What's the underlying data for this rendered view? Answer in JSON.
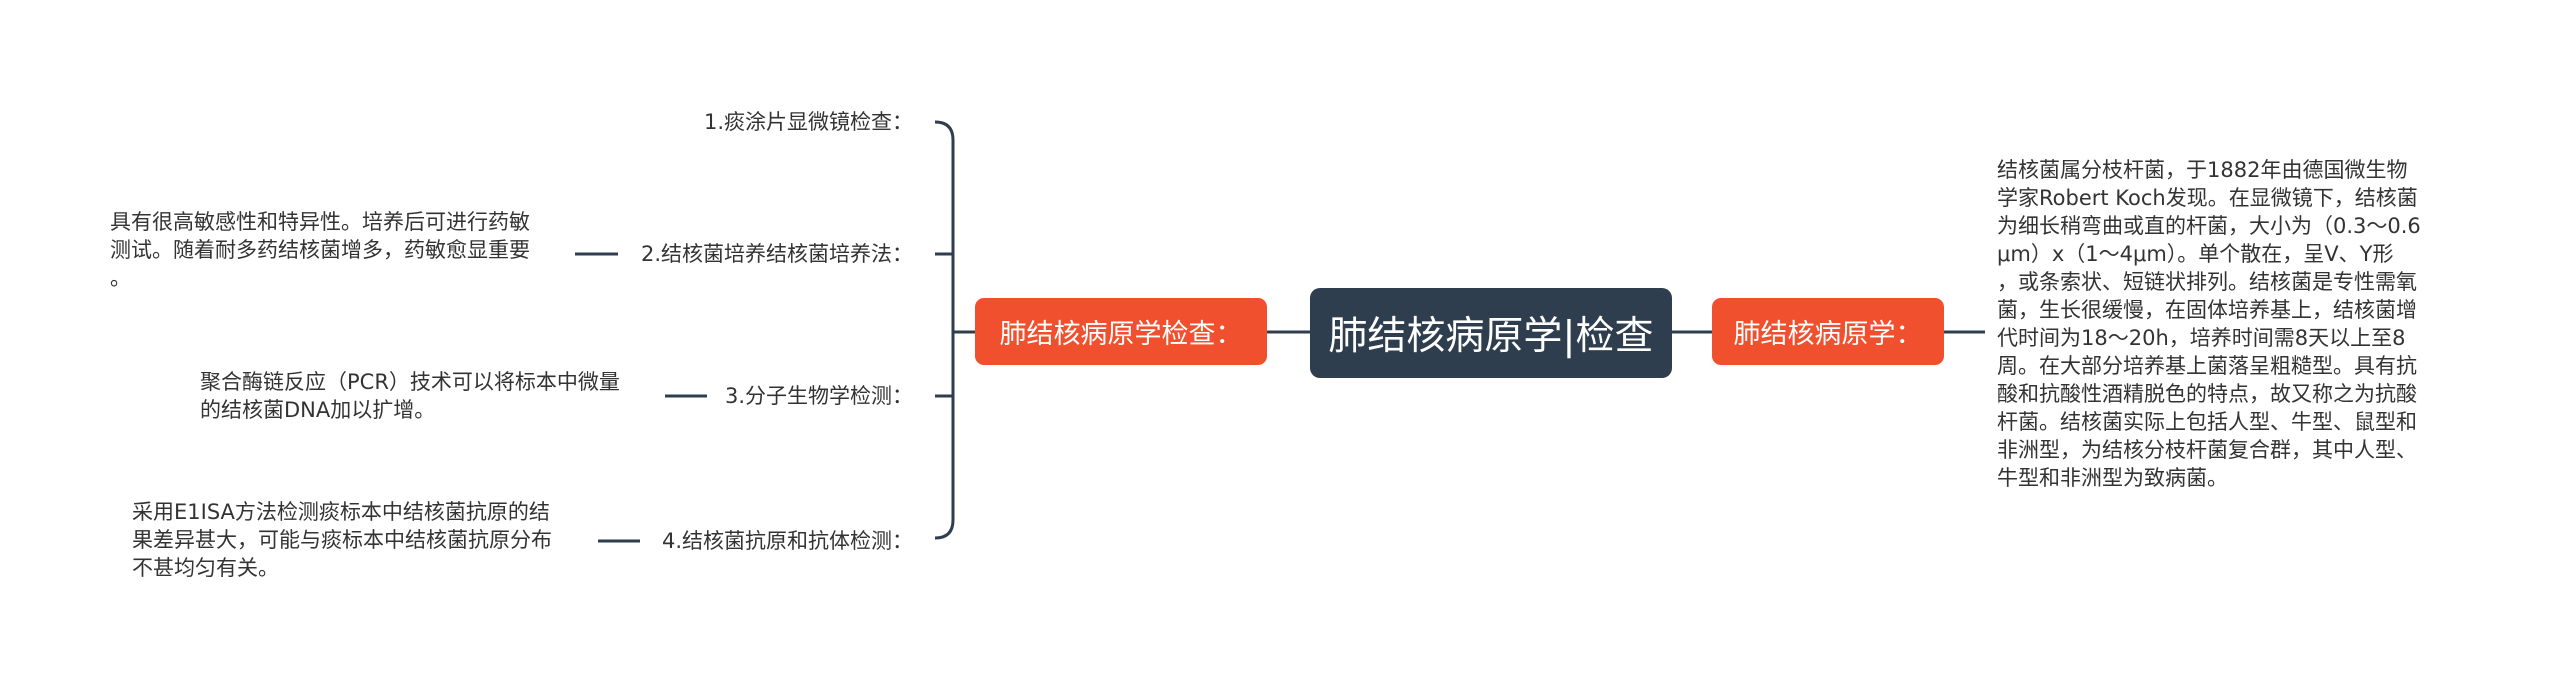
{
  "root": {
    "title": "肺结核病原学|检查"
  },
  "branches": {
    "left": {
      "title": "肺结核病原学检查："
    },
    "right": {
      "title": "肺结核病原学："
    }
  },
  "left_items": [
    {
      "label": "1.痰涂片显微镜检查：",
      "detail": ""
    },
    {
      "label": "2.结核菌培养结核菌培养法：",
      "detail": "具有很高敏感性和特异性。培养后可进行药敏\n测试。随着耐多药结核菌增多，药敏愈显重要\n。"
    },
    {
      "label": "3.分子生物学检测：",
      "detail": "聚合酶链反应（PCR）技术可以将标本中微量\n的结核菌DNA加以扩增。"
    },
    {
      "label": "4.结核菌抗原和抗体检测：",
      "detail": "采用E1ISA方法检测痰标本中结核菌抗原的结\n果差异甚大，可能与痰标本中结核菌抗原分布\n不甚均匀有关。"
    }
  ],
  "right_item": {
    "detail": "结核菌属分枝杆菌，于1882年由德国微生物\n学家Robert Koch发现。在显微镜下，结核菌\n为细长稍弯曲或直的杆菌，大小为（0.3～0.6\n μm）x（1～4μm）。单个散在，呈V、Y形\n，或条索状、短链状排列。结核菌是专性需氧\n菌，生长很缓慢，在固体培养基上，结核菌增\n代时间为18～20h，培养时间需8天以上至8\n周。在大部分培养基上菌落呈粗糙型。具有抗\n酸和抗酸性酒精脱色的特点，故又称之为抗酸\n杆菌。结核菌实际上包括人型、牛型、鼠型和\n非洲型，为结核分枝杆菌复合群，其中人型、\n牛型和非洲型为致病菌。"
  },
  "colors": {
    "root_bg": "#2f3e4e",
    "branch_bg": "#f0502d",
    "line": "#2f3e4e",
    "text": "#333333"
  }
}
